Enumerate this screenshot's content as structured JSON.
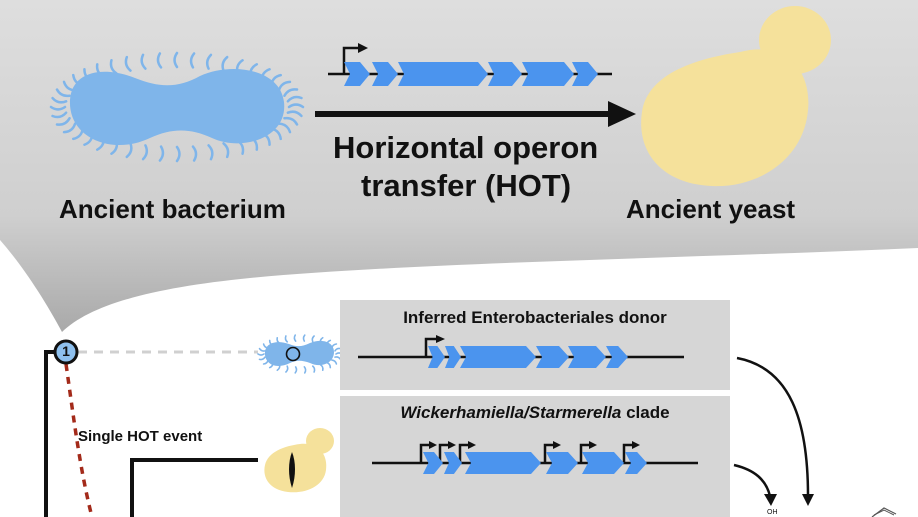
{
  "header": {
    "left_label": "Ancient bacterium",
    "arrow_label_line1": "Horizontal operon",
    "arrow_label_line2": "transfer (HOT)",
    "right_label": "Ancient yeast"
  },
  "tree": {
    "node_number": "1",
    "event_label": "Single HOT event"
  },
  "panels": [
    {
      "title": "Inferred Enterobacteriales donor"
    },
    {
      "title_italic": "Wickerhamiella/Starmerella",
      "title_rest": " clade"
    }
  ],
  "chem_fragment": "OH",
  "colors": {
    "background_band": "#d4d4d4",
    "panel_gray": "#d6d6d6",
    "bacterium_blue": "#7fb5ea",
    "gene_arrow_blue": "#4b94ee",
    "yeast_yellow": "#f5e19b",
    "dashed_red": "#a32a1a",
    "node_fill": "#8ec0ee"
  }
}
